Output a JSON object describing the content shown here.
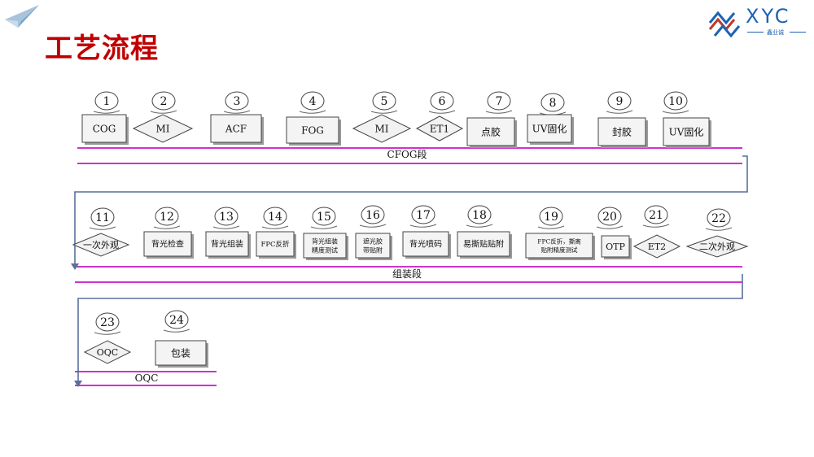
{
  "slide": {
    "title": "工艺流程",
    "logo_text": "XYC",
    "logo_subtext": "鑫业诚"
  },
  "steps": [
    {
      "num": "1",
      "label": "COG",
      "shape": "rect"
    },
    {
      "num": "2",
      "label": "MI",
      "shape": "diamond"
    },
    {
      "num": "3",
      "label": "ACF",
      "shape": "rect"
    },
    {
      "num": "4",
      "label": "FOG",
      "shape": "rect"
    },
    {
      "num": "5",
      "label": "MI",
      "shape": "diamond"
    },
    {
      "num": "6",
      "label": "ET1",
      "shape": "diamond"
    },
    {
      "num": "7",
      "label": "点胶",
      "shape": "rect"
    },
    {
      "num": "8",
      "label": "UV固化",
      "shape": "rect"
    },
    {
      "num": "9",
      "label": "封胶",
      "shape": "rect"
    },
    {
      "num": "10",
      "label": "UV固化",
      "shape": "rect"
    },
    {
      "num": "11",
      "label": "一次外观",
      "shape": "diamond"
    },
    {
      "num": "12",
      "label": "背光检查",
      "shape": "rect"
    },
    {
      "num": "13",
      "label": "背光组装",
      "shape": "rect"
    },
    {
      "num": "14",
      "label": "FPC反折",
      "shape": "rect"
    },
    {
      "num": "15",
      "label": [
        "背光组装",
        "精度测试"
      ],
      "shape": "rect"
    },
    {
      "num": "16",
      "label": [
        "遮光胶",
        "带贴附"
      ],
      "shape": "rect"
    },
    {
      "num": "17",
      "label": "背光喷码",
      "shape": "rect"
    },
    {
      "num": "18",
      "label": "易撕贴贴附",
      "shape": "rect"
    },
    {
      "num": "19",
      "label": [
        "FPC反折，撕离",
        "贴附精度测试"
      ],
      "shape": "rect"
    },
    {
      "num": "20",
      "label": "OTP",
      "shape": "rect"
    },
    {
      "num": "21",
      "label": "ET2",
      "shape": "diamond"
    },
    {
      "num": "22",
      "label": "二次外观",
      "shape": "diamond"
    },
    {
      "num": "23",
      "label": "OQC",
      "shape": "diamond"
    },
    {
      "num": "24",
      "label": "包装",
      "shape": "rect"
    }
  ],
  "sections": [
    {
      "label": "CFOG段"
    },
    {
      "label": "组装段"
    },
    {
      "label": "OQC"
    }
  ],
  "colors": {
    "title": "#c00000",
    "band": "#cc33cc",
    "connector": "#5a6f9a",
    "logo": "#1e63b0"
  }
}
